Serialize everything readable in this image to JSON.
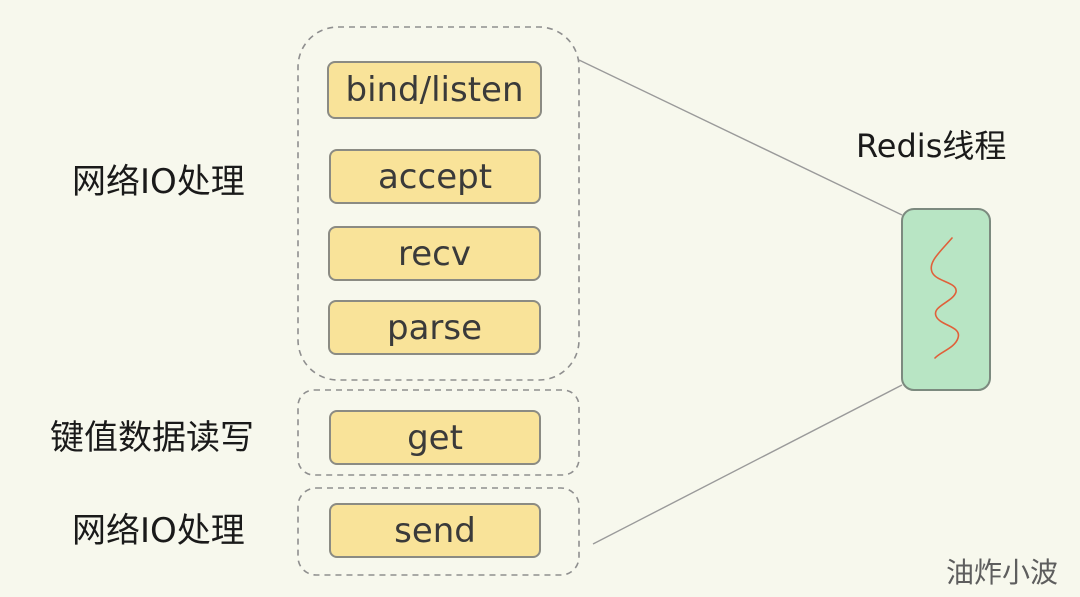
{
  "groups": [
    {
      "label": "网络IO处理",
      "steps": [
        "bind/listen",
        "accept",
        "recv",
        "parse"
      ]
    },
    {
      "label": "键值数据读写",
      "steps": [
        "get"
      ]
    },
    {
      "label": "网络IO处理",
      "steps": [
        "send"
      ]
    }
  ],
  "thread": {
    "label": "Redis线程"
  },
  "watermark": "油炸小波",
  "colors": {
    "background": "#f7f8ed",
    "step_fill": "#f9e399",
    "thread_fill": "#b8e5c4",
    "squiggle": "#e0603a",
    "dash_border": "#8f8f8f"
  }
}
